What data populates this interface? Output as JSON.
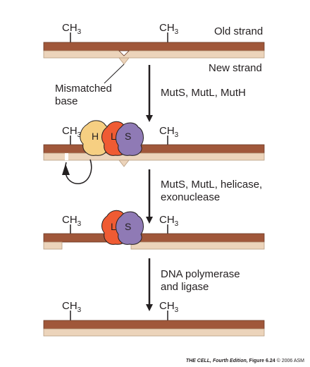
{
  "labels": {
    "old_strand": "Old strand",
    "new_strand": "New strand",
    "mismatched_base_line1": "Mismatched",
    "mismatched_base_line2": "base",
    "ch3": "CH",
    "ch3_sub": "3"
  },
  "steps": [
    {
      "line1": "MutS, MutL, MutH",
      "line2": ""
    },
    {
      "line1": "MutS, MutL, helicase,",
      "line2": "exonuclease"
    },
    {
      "line1": "DNA polymerase",
      "line2": "and ligase"
    }
  ],
  "proteins": {
    "mutH": "H",
    "mutL": "L",
    "mutS": "S"
  },
  "credit": {
    "book": "THE CELL, Fourth Edition,",
    "figure": "Figure 6.24",
    "copyright": "© 2006 ASM"
  },
  "colors": {
    "old_strand": "#a0573a",
    "new_strand": "#ecd4bb",
    "mutH": "#f6cf82",
    "mutL": "#ef5b33",
    "mutS": "#8f7ab5",
    "arrow": "#231f20"
  }
}
